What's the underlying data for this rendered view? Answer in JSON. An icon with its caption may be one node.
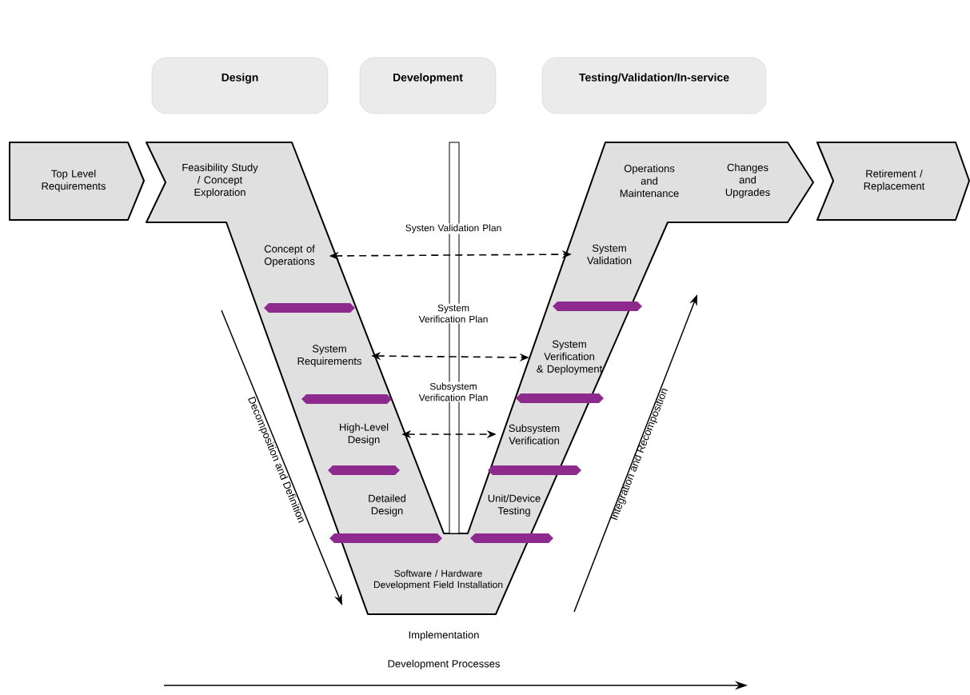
{
  "diagram": {
    "nodes": [
      {
        "text": [
          "Design"
        ]
      },
      {
        "text": [
          "Development"
        ]
      },
      {
        "text": [
          "Testing/Validation/In-service"
        ]
      },
      {
        "text": [
          "Top Level Requirements"
        ]
      },
      {
        "text": [
          "Feasibility Study / Concept Exploration"
        ]
      },
      {
        "text": [
          "Concept of Operations"
        ]
      },
      {
        "text": [
          "System Requirements"
        ]
      },
      {
        "text": [
          "High-Level Design"
        ]
      },
      {
        "text": [
          "Detailed Design"
        ]
      },
      {
        "text": [
          "Software / Hardware Development Field Installation"
        ]
      },
      {
        "text": [
          "Unit/Device Testing"
        ]
      },
      {
        "text": [
          "Subsystem Verification"
        ]
      },
      {
        "text": [
          "System Verification & Deployment"
        ]
      },
      {
        "text": [
          "System Validation"
        ]
      },
      {
        "text": [
          "Operations and Maintenance"
        ]
      },
      {
        "text": [
          "Changes and Upgrades"
        ]
      },
      {
        "text": [
          "Retirement / Replacement"
        ]
      }
    ],
    "edges": [
      {
        "from": 5,
        "to": 13,
        "arrow": "both",
        "style": "dashed",
        "label": "Systen Validation Plan"
      },
      {
        "from": 6,
        "to": 12,
        "arrow": "both",
        "style": "dashed",
        "label": "System Verification Plan"
      },
      {
        "from": 7,
        "to": 11,
        "arrow": "both",
        "style": "dashed",
        "label": "Subsystem Verification Plan"
      }
    ],
    "labels": [
      "Decomposition and Definition",
      "Integration and Recomposition",
      "Implementation",
      "Development Processes"
    ]
  }
}
